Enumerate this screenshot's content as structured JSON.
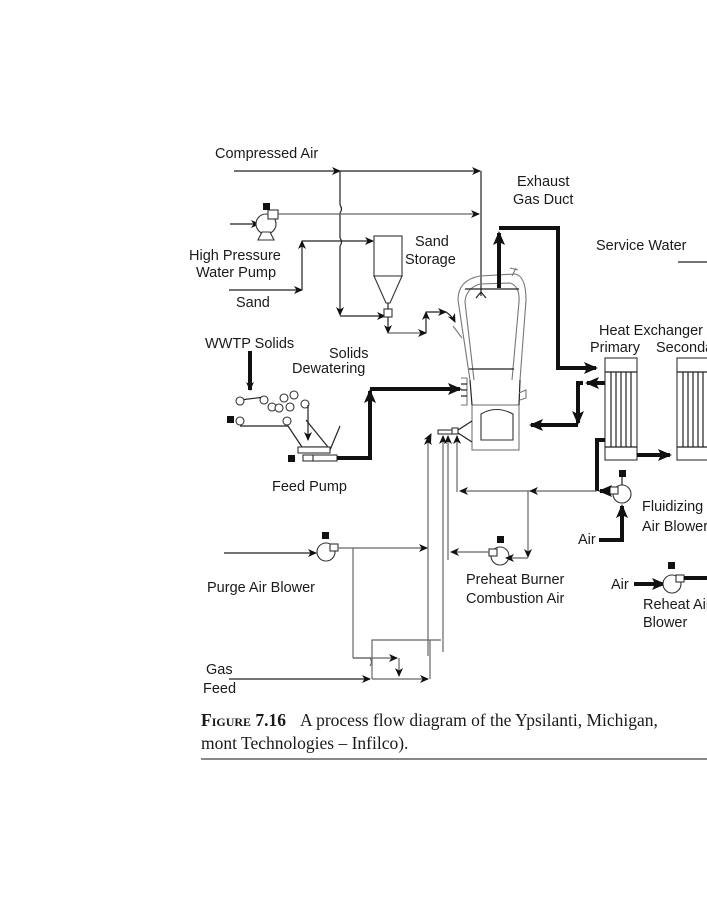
{
  "figure": {
    "number_label": "Figure 7.16",
    "caption_line1": "A process flow diagram of the Ypsilanti, Michigan,",
    "caption_line2": "mont Technologies – Infilco)."
  },
  "labels": {
    "compressed_air": "Compressed Air",
    "exhaust_gas_duct_1": "Exhaust",
    "exhaust_gas_duct_2": "Gas Duct",
    "service_water": "Service Water",
    "sand_storage_1": "Sand",
    "sand_storage_2": "Storage",
    "hp_pump_1": "High Pressure",
    "hp_pump_2": "Water Pump",
    "sand": "Sand",
    "wwtp_solids": "WWTP Solids",
    "solids_dewatering_1": "Solids",
    "solids_dewatering_2": "Dewatering",
    "heat_exchanger": "Heat Exchanger",
    "primary": "Primary",
    "secondary": "Secondary",
    "feed_pump": "Feed Pump",
    "fluidizing_1": "Fluidizing",
    "fluidizing_2": "Air Blower",
    "air_1": "Air",
    "air_2": "Air",
    "purge_air_blower": "Purge Air Blower",
    "preheat_1": "Preheat Burner",
    "preheat_2": "Combustion Air",
    "reheat_1": "Reheat Air",
    "reheat_2": "Blower",
    "gas": "Gas",
    "feed": "Feed"
  }
}
